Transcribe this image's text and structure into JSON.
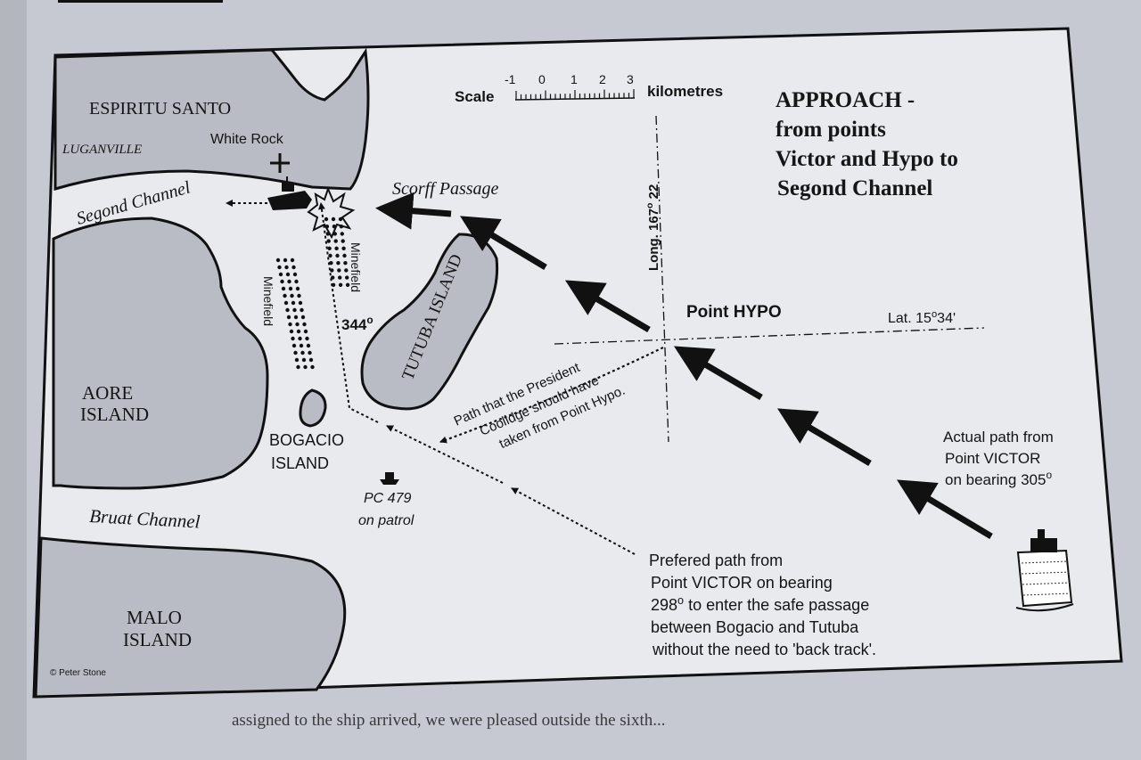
{
  "map": {
    "title": [
      "APPROACH -",
      "from points",
      "Victor and Hypo to",
      "Segond Channel"
    ],
    "scale": {
      "label": "Scale",
      "ticks": [
        "-1",
        "0",
        "1",
        "2",
        "3"
      ],
      "unit": "kilometres"
    },
    "islands": {
      "espiritu_santo": "ESPIRITU SANTO",
      "aore": [
        "AORE",
        "ISLAND"
      ],
      "bogacio": [
        "BOGACIO",
        "ISLAND"
      ],
      "tutuba": "TUTUBA ISLAND",
      "malo": [
        "MALO",
        "ISLAND"
      ]
    },
    "places": {
      "luganville": "LUGANVILLE",
      "white_rock": "White Rock",
      "segond_channel": "Segond Channel",
      "scorff_passage": "Scorff Passage",
      "bruat_channel": "Bruat Channel"
    },
    "minefield_labels": [
      "Minefield",
      "Minefield"
    ],
    "bearing_344": "344o",
    "point_hypo": "Point HYPO",
    "lat": "Lat. 15o34'",
    "long": "Long. 167o 22",
    "patrol": [
      "PC 479",
      "on patrol"
    ],
    "president_path": [
      "Path that the President",
      "Coolidge  should have",
      "taken from Point Hypo."
    ],
    "actual_path": [
      "Actual path from",
      "Point VICTOR",
      "on bearing 305o"
    ],
    "preferred_path": [
      "Prefered path from",
      "Point VICTOR on bearing",
      "298o  to enter the safe passage",
      "between Bogacio and Tutuba",
      "without the need to 'back track'."
    ],
    "credit": "© Peter Stone",
    "book_text": {
      "under_map": "assigned to the ship arrived, we were pleased outside the sixth..."
    },
    "colors": {
      "land": "#b9bcc4",
      "sea": "#e9eaee",
      "ink": "#111111",
      "page": "#c9ccd4"
    }
  }
}
